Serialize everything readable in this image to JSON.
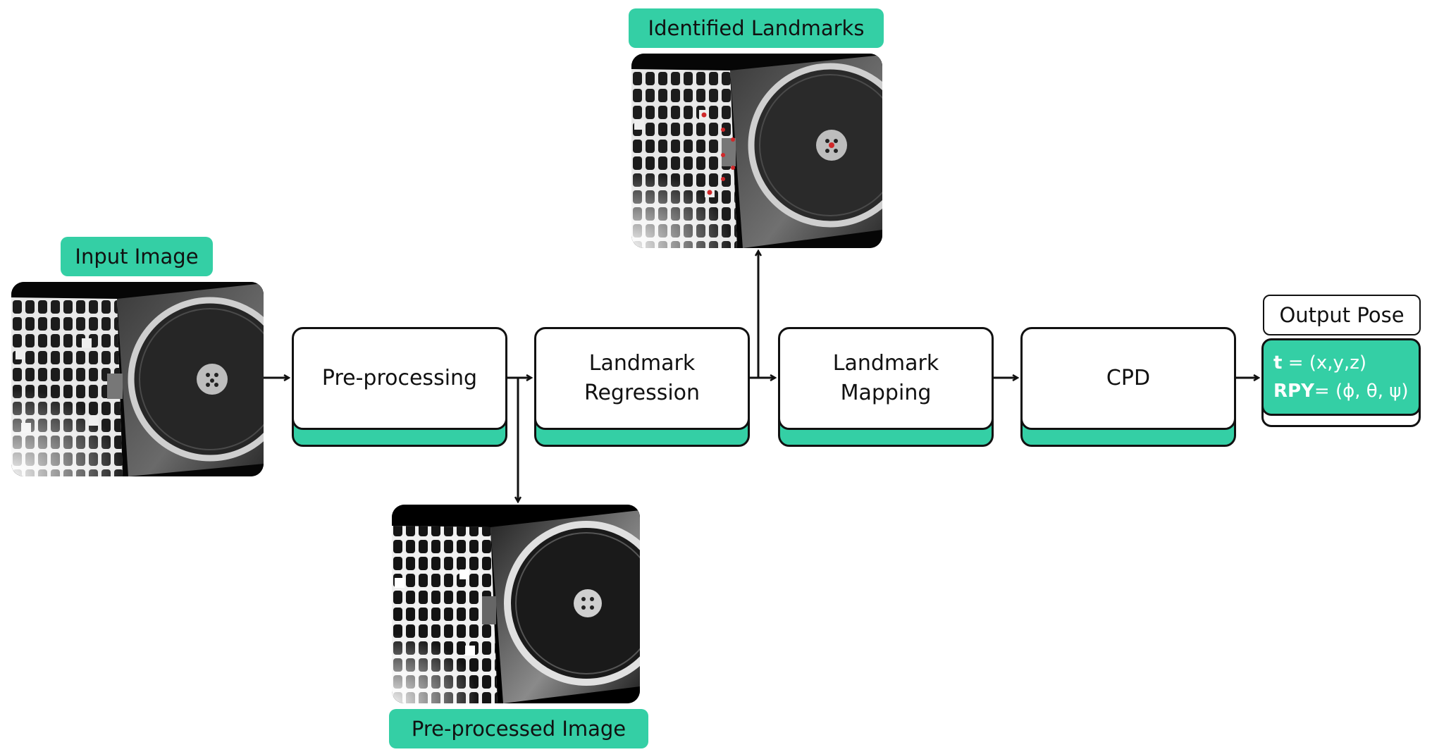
{
  "labels": {
    "input_image": "Input Image",
    "identified_landmarks": "Identified Landmarks",
    "preprocessed_image": "Pre-processed Image",
    "output_pose": "Output Pose"
  },
  "blocks": {
    "preprocessing": "Pre-processing",
    "landmark_regression": "Landmark\nRegression",
    "landmark_mapping": "Landmark\nMapping",
    "cpd": "CPD"
  },
  "output": {
    "t_symbol": "t",
    "t_value": " = (x,y,z)",
    "rpy_symbol": "RPY",
    "rpy_value": "= (ϕ, θ, ψ)"
  },
  "colors": {
    "accent": "#34cfa5",
    "outline": "#111111",
    "landmark_marker": "#d0282a"
  }
}
